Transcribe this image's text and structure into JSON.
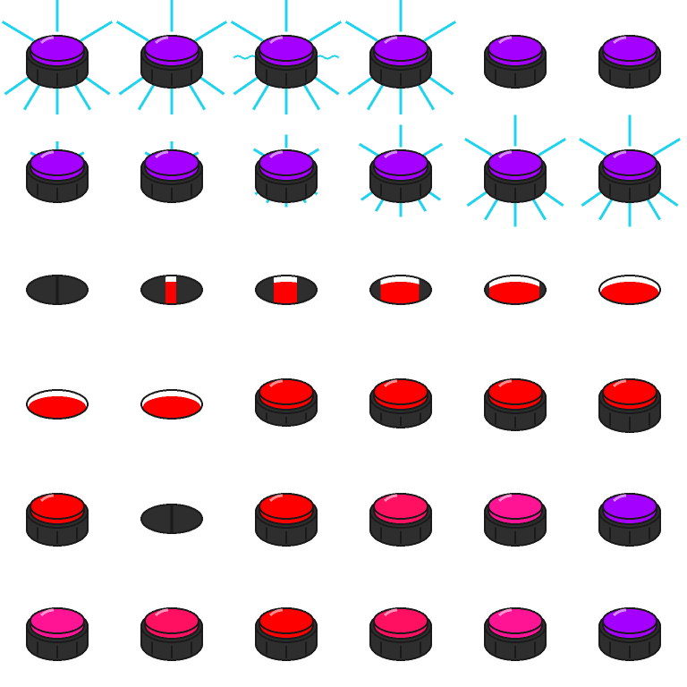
{
  "sprite_sheet": {
    "grid": {
      "rows": 6,
      "columns": 6
    },
    "background": "#ffffff",
    "palette": {
      "purple": "#a400ff",
      "magenta": "#ff1493",
      "crimson": "#ff1060",
      "red": "#ff0000",
      "shell": "#2e2e2e",
      "shell_dark": "#1a1a1a",
      "glow": "#22d3ee",
      "hole_inner": "#ffffff"
    },
    "frames": [
      {
        "name": "purple-pressed-glow-1",
        "kind": "button",
        "cap": "purple",
        "glow": "rays-wide",
        "height": 0.7
      },
      {
        "name": "purple-pressed-glow-2",
        "kind": "button",
        "cap": "purple",
        "glow": "rays-wide",
        "height": 0.7
      },
      {
        "name": "purple-pressed-glow-3",
        "kind": "button",
        "cap": "purple",
        "glow": "rays-wavy",
        "height": 0.7
      },
      {
        "name": "purple-pressed-glow-4",
        "kind": "button",
        "cap": "purple",
        "glow": "rays-wide",
        "height": 0.7
      },
      {
        "name": "purple-idle-1",
        "kind": "button",
        "cap": "purple",
        "glow": "none",
        "height": 0.7
      },
      {
        "name": "purple-idle-2",
        "kind": "button",
        "cap": "purple",
        "glow": "none",
        "height": 0.7
      },
      {
        "name": "purple-glow-start-1",
        "kind": "button",
        "cap": "purple",
        "glow": "rays-tiny",
        "height": 0.7
      },
      {
        "name": "purple-glow-start-2",
        "kind": "button",
        "cap": "purple",
        "glow": "rays-tiny",
        "height": 0.7
      },
      {
        "name": "purple-glow-start-3",
        "kind": "button",
        "cap": "purple",
        "glow": "rays-small",
        "height": 0.7
      },
      {
        "name": "purple-glow-start-4",
        "kind": "button",
        "cap": "purple",
        "glow": "rays-medium",
        "height": 0.7
      },
      {
        "name": "purple-glow-start-5",
        "kind": "button",
        "cap": "purple",
        "glow": "rays-large",
        "height": 0.7
      },
      {
        "name": "purple-glow-start-6",
        "kind": "button",
        "cap": "purple",
        "glow": "rays-large",
        "height": 0.7
      },
      {
        "name": "hole-closed",
        "kind": "hole",
        "open": 0.0
      },
      {
        "name": "hole-opening-1",
        "kind": "hole",
        "open": 0.15
      },
      {
        "name": "hole-opening-2",
        "kind": "hole",
        "open": 0.35
      },
      {
        "name": "hole-opening-3",
        "kind": "hole",
        "open": 0.6
      },
      {
        "name": "hole-opening-4",
        "kind": "hole",
        "open": 0.8
      },
      {
        "name": "hole-open",
        "kind": "hole",
        "open": 1.0
      },
      {
        "name": "hole-open-2",
        "kind": "hole",
        "open": 1.0
      },
      {
        "name": "hole-open-3",
        "kind": "hole",
        "open": 1.0
      },
      {
        "name": "red-rising-1",
        "kind": "button",
        "cap": "red",
        "glow": "none",
        "height": 0.25
      },
      {
        "name": "red-rising-2",
        "kind": "button",
        "cap": "red",
        "glow": "none",
        "height": 0.45
      },
      {
        "name": "red-rising-3",
        "kind": "button",
        "cap": "red",
        "glow": "none",
        "height": 0.65
      },
      {
        "name": "red-raised",
        "kind": "button",
        "cap": "red",
        "glow": "none",
        "height": 0.8
      },
      {
        "name": "red-idle",
        "kind": "button",
        "cap": "red",
        "glow": "none",
        "height": 0.7
      },
      {
        "name": "hole-closed-2",
        "kind": "hole",
        "open": 0.0
      },
      {
        "name": "red-idle-2",
        "kind": "button",
        "cap": "red",
        "glow": "none",
        "height": 0.7
      },
      {
        "name": "crimson-idle",
        "kind": "button",
        "cap": "crimson",
        "glow": "none",
        "height": 0.7
      },
      {
        "name": "magenta-idle",
        "kind": "button",
        "cap": "magenta",
        "glow": "none",
        "height": 0.7
      },
      {
        "name": "purple-idle-3",
        "kind": "button",
        "cap": "purple",
        "glow": "none",
        "height": 0.7
      },
      {
        "name": "magenta-idle-2",
        "kind": "button",
        "cap": "magenta",
        "glow": "none",
        "height": 0.7
      },
      {
        "name": "crimson-idle-2",
        "kind": "button",
        "cap": "crimson",
        "glow": "none",
        "height": 0.7
      },
      {
        "name": "red-idle-3",
        "kind": "button",
        "cap": "red",
        "glow": "none",
        "height": 0.7
      },
      {
        "name": "crimson-idle-3",
        "kind": "button",
        "cap": "crimson",
        "glow": "none",
        "height": 0.7
      },
      {
        "name": "magenta-idle-3",
        "kind": "button",
        "cap": "magenta",
        "glow": "none",
        "height": 0.7
      },
      {
        "name": "purple-idle-4",
        "kind": "button",
        "cap": "purple",
        "glow": "none",
        "height": 0.7
      }
    ]
  }
}
